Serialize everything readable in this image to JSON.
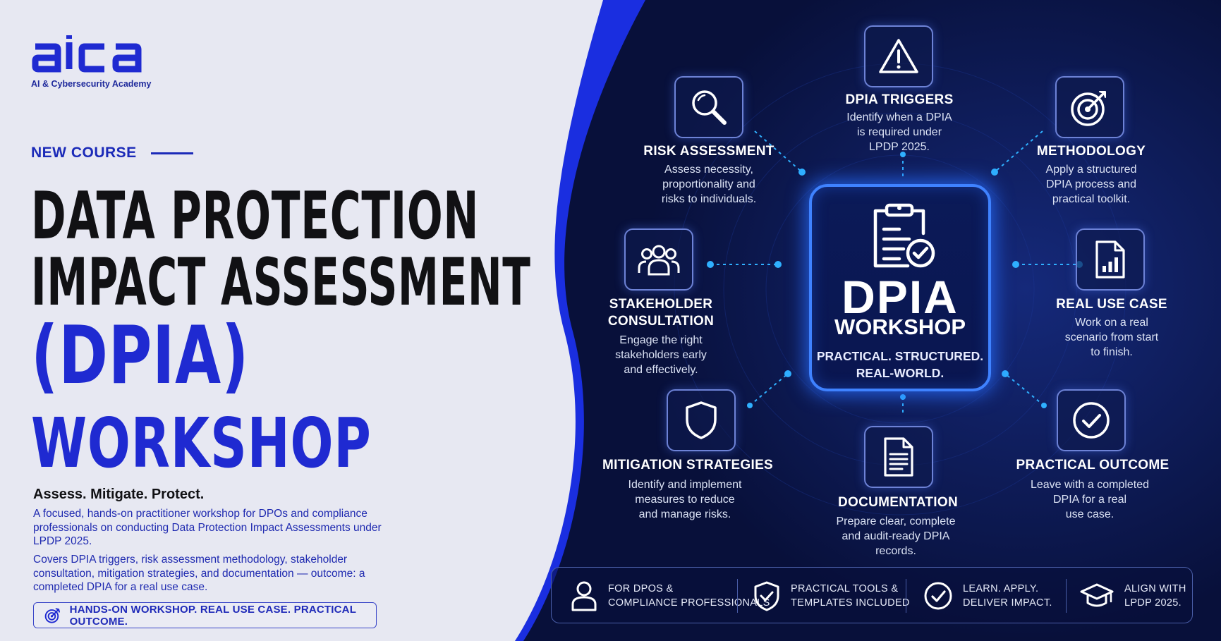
{
  "colors": {
    "left_bg": "#e7e8f2",
    "right_bg": "#0a1240",
    "accent_blue": "#1f2ad1",
    "glow_blue": "#3f82ff",
    "title_black": "#111114"
  },
  "logo": {
    "wordmark": "aica",
    "subtitle": "AI & Cybersecurity Academy"
  },
  "hero": {
    "badge": "NEW COURSE",
    "title_line1": "DATA PROTECTION",
    "title_line2": "IMPACT ASSESSMENT",
    "title_line3": "(DPIA)",
    "title_line4": "WORKSHOP",
    "tagline": "Assess. Mitigate. Protect.",
    "description_1": "A focused, hands-on practitioner workshop for DPOs and compliance professionals on conducting Data Protection Impact Assessments under LPDP 2025.",
    "description_2": "Covers DPIA triggers, risk assessment methodology, stakeholder consultation, mitigation strategies, and documentation — outcome: a completed DPIA for a real use case.",
    "pill_icon": "target-icon",
    "pill_text": "HANDS-ON WORKSHOP. REAL USE CASE. PRACTICAL OUTCOME."
  },
  "center": {
    "icon": "clipboard-check-icon",
    "title": "DPIA",
    "subtitle": "WORKSHOP",
    "tagline_1": "PRACTICAL. STRUCTURED.",
    "tagline_2": "REAL-WORLD."
  },
  "features": {
    "triggers": {
      "icon": "warning-icon",
      "title": "DPIA TRIGGERS",
      "desc_1": "Identify when a DPIA",
      "desc_2": "is required under",
      "desc_3": "LPDP 2025."
    },
    "risk": {
      "icon": "magnifier-icon",
      "title": "RISK ASSESSMENT",
      "desc_1": "Assess necessity,",
      "desc_2": "proportionality and",
      "desc_3": "risks to individuals."
    },
    "methodology": {
      "icon": "target-arrow-icon",
      "title": "METHODOLOGY",
      "desc_1": "Apply a structured",
      "desc_2": "DPIA process and",
      "desc_3": "practical toolkit."
    },
    "stakeholder": {
      "icon": "group-icon",
      "title_1": "STAKEHOLDER",
      "title_2": "CONSULTATION",
      "desc_1": "Engage the right",
      "desc_2": "stakeholders early",
      "desc_3": "and effectively."
    },
    "usecase": {
      "icon": "report-chart-icon",
      "title": "REAL USE CASE",
      "desc_1": "Work on a real",
      "desc_2": "scenario from start",
      "desc_3": "to finish."
    },
    "mitigation": {
      "icon": "shield-icon",
      "title": "MITIGATION STRATEGIES",
      "desc_1": "Identify and implement",
      "desc_2": "measures to reduce",
      "desc_3": "and manage risks."
    },
    "documentation": {
      "icon": "document-icon",
      "title": "DOCUMENTATION",
      "desc_1": "Prepare clear, complete",
      "desc_2": "and audit-ready DPIA",
      "desc_3": "records."
    },
    "outcome": {
      "icon": "check-circle-icon",
      "title": "PRACTICAL OUTCOME",
      "desc_1": "Leave with a completed",
      "desc_2": "DPIA for a real",
      "desc_3": "use case."
    }
  },
  "bottom_bar": [
    {
      "icon": "person-icon",
      "label": "FOR DPOS &\nCOMPLIANCE PROFESSIONALS"
    },
    {
      "icon": "shield-check-icon",
      "label": "PRACTICAL TOOLS &\nTEMPLATES INCLUDED"
    },
    {
      "icon": "check-circle-icon",
      "label": "LEARN. APPLY.\nDELIVER IMPACT."
    },
    {
      "icon": "graduation-cap-icon",
      "label": "ALIGN WITH\nLPDP 2025."
    }
  ]
}
